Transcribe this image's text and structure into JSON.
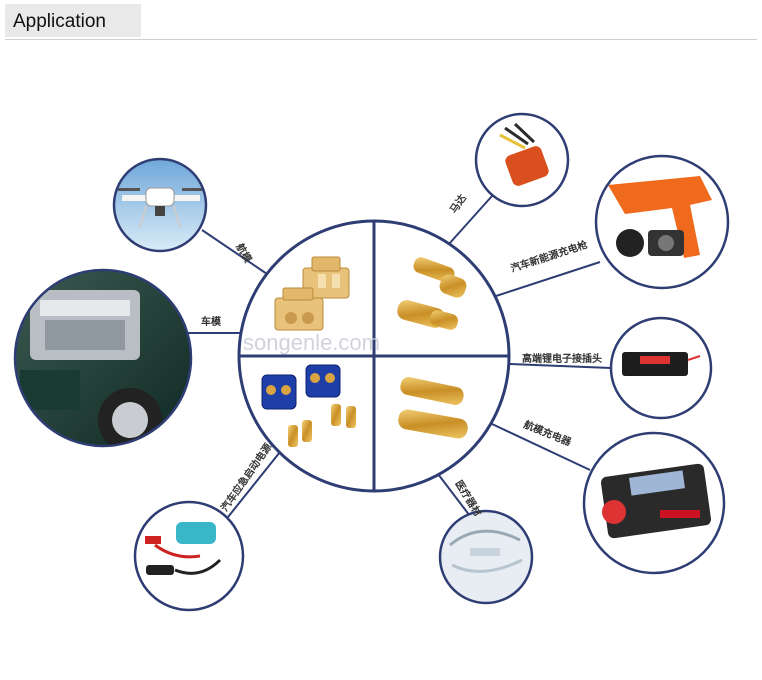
{
  "header": {
    "title": "Application"
  },
  "watermark": "songenle.com",
  "labels": {
    "drone": "航模",
    "car_model": "车模",
    "motor": "马达",
    "ev_charger": "汽车新能源充电枪",
    "battery": "高端锂电子接插头",
    "rc_charger": "航模充电器",
    "jump_starter": "汽车应急启动电源",
    "medical": "医疗器材"
  },
  "colors": {
    "ring": "#2e3d73",
    "gold": "#d9a441",
    "yellow_plug": "#e8c27a",
    "blue_plug": "#1f3fa8"
  }
}
